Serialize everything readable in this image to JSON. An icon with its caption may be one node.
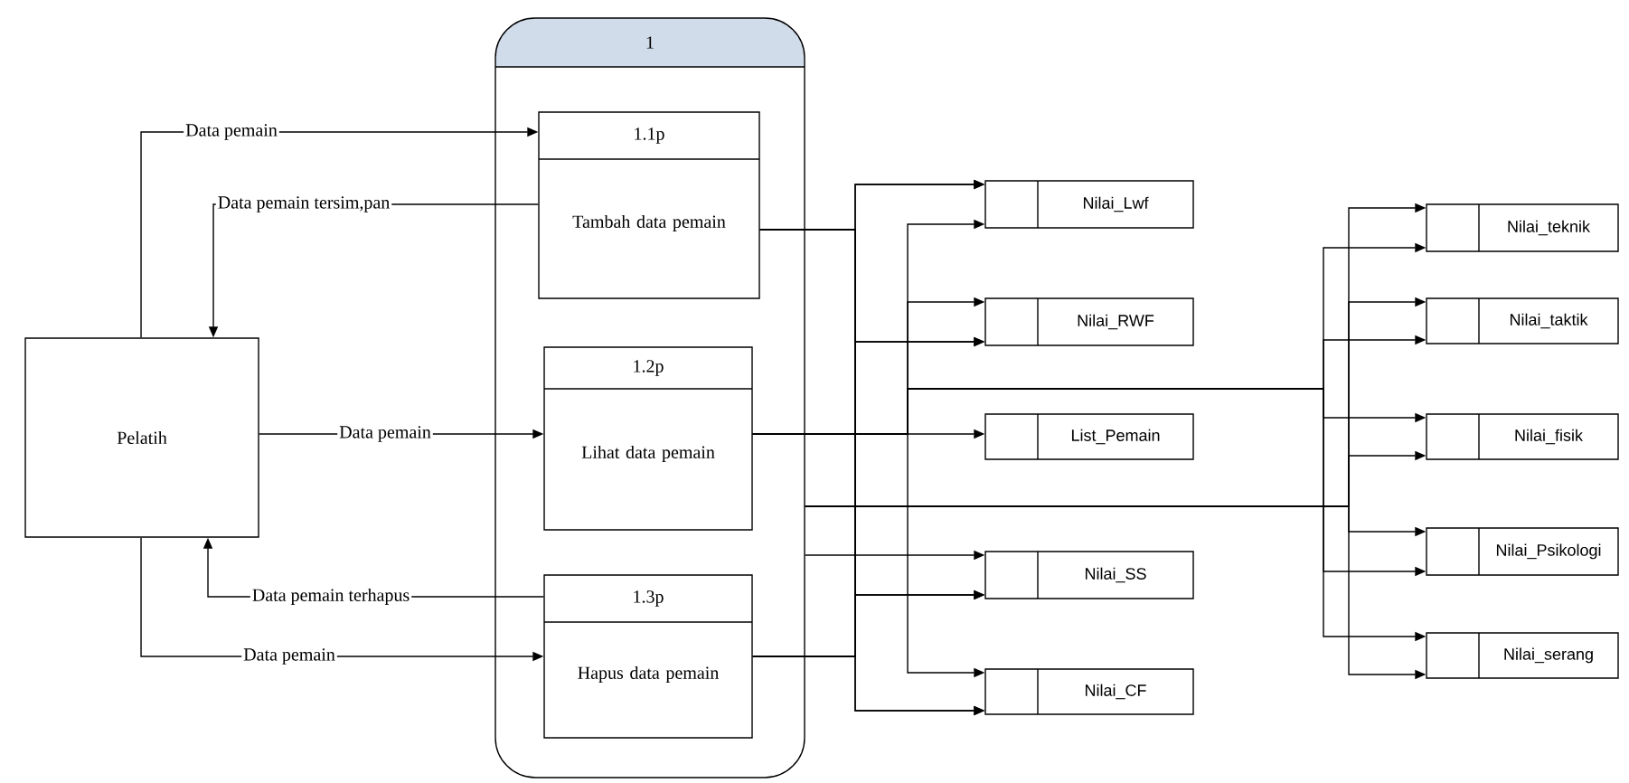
{
  "diagram": {
    "nodes": [
      {
        "text": [
          "Pelatih"
        ]
      },
      {
        "text": [
          "1"
        ]
      },
      {
        "text": [
          "1.1p",
          "Tambah data pemain"
        ],
        "in": 1
      },
      {
        "text": [
          "1.2p",
          "Lihat data pemain"
        ],
        "in": 1
      },
      {
        "text": [
          "1.3p",
          "Hapus data pemain"
        ],
        "in": 1
      },
      {
        "text": [
          "Nilai_Lwf"
        ]
      },
      {
        "text": [
          "Nilai_RWF"
        ]
      },
      {
        "text": [
          "List_Pemain"
        ]
      },
      {
        "text": [
          "Nilai_SS"
        ]
      },
      {
        "text": [
          "Nilai_CF"
        ]
      },
      {
        "text": [
          "Nilai_teknik"
        ]
      },
      {
        "text": [
          "Nilai_taktik"
        ]
      },
      {
        "text": [
          "Nilai_fisik"
        ]
      },
      {
        "text": [
          "Nilai_Psikologi"
        ]
      },
      {
        "text": [
          "Nilai_serang"
        ]
      }
    ],
    "edges": [
      {
        "from": 0,
        "to": 2,
        "arrow": "to",
        "label": "Data pemain"
      },
      {
        "from": 2,
        "to": 0,
        "arrow": "to",
        "label": "Data pemain tersim,pan"
      },
      {
        "from": 0,
        "to": 3,
        "arrow": "to",
        "label": "Data pemain"
      },
      {
        "from": 4,
        "to": 0,
        "arrow": "to",
        "label": "Data pemain terhapus"
      },
      {
        "from": 0,
        "to": 4,
        "arrow": "to",
        "label": "Data pemain"
      },
      {
        "from": 2,
        "to": 5,
        "arrow": "to"
      },
      {
        "from": 2,
        "to": 6,
        "arrow": "to"
      },
      {
        "from": 2,
        "to": 8,
        "arrow": "to"
      },
      {
        "from": 2,
        "to": 9,
        "arrow": "to"
      },
      {
        "from": 4,
        "to": 5,
        "arrow": "to"
      },
      {
        "from": 4,
        "to": 6,
        "arrow": "to"
      },
      {
        "from": 4,
        "to": 8,
        "arrow": "to"
      },
      {
        "from": 4,
        "to": 9,
        "arrow": "to"
      },
      {
        "from": 3,
        "to": 7,
        "arrow": "to"
      },
      {
        "from": 3,
        "to": 5,
        "arrow": "to"
      },
      {
        "from": 3,
        "to": 6,
        "arrow": "to"
      },
      {
        "from": 3,
        "to": 9,
        "arrow": "to"
      },
      {
        "from": 3,
        "to": 10,
        "arrow": "to"
      },
      {
        "from": 3,
        "to": 11,
        "arrow": "to"
      },
      {
        "from": 3,
        "to": 12,
        "arrow": "to"
      },
      {
        "from": 3,
        "to": 13,
        "arrow": "to"
      },
      {
        "from": 3,
        "to": 14,
        "arrow": "to"
      },
      {
        "from": 1,
        "to": 8,
        "arrow": "to"
      },
      {
        "from": 1,
        "to": 10,
        "arrow": "to"
      },
      {
        "from": 1,
        "to": 11,
        "arrow": "to"
      },
      {
        "from": 1,
        "to": 12,
        "arrow": "to"
      },
      {
        "from": 1,
        "to": 13,
        "arrow": "to"
      },
      {
        "from": 1,
        "to": 14,
        "arrow": "to"
      }
    ]
  }
}
